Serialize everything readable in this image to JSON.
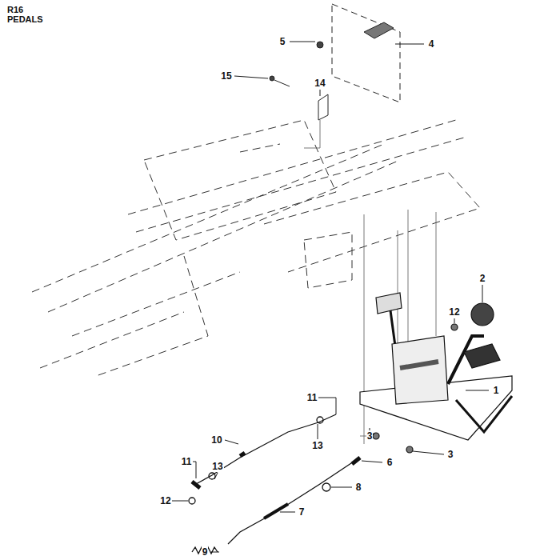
{
  "diagram": {
    "labels": [
      "R16",
      "PEDALS",
      "4",
      "5",
      "15",
      "14",
      "2",
      "12",
      "1",
      "11",
      "3",
      "13",
      "10",
      "3",
      "6",
      "11",
      "13",
      "8",
      "12",
      "7",
      "9"
    ]
  }
}
